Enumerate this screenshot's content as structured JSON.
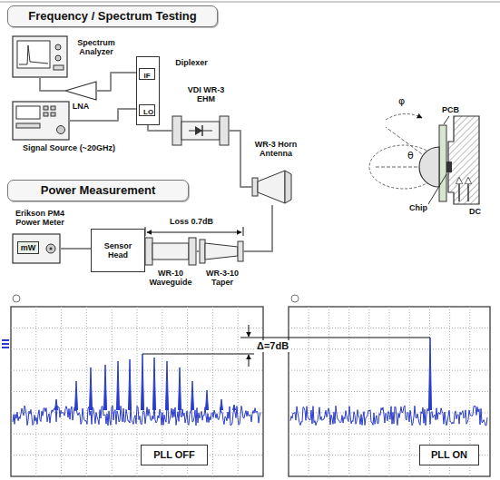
{
  "diagram": {
    "nodes": [
      {
        "text": [
          "Frequency / Spectrum Testing"
        ]
      },
      {
        "text": [
          "Power Measurement"
        ]
      },
      {
        "text": [
          "Spectrum Analyzer"
        ]
      },
      {
        "text": [
          "LNA"
        ]
      },
      {
        "text": [
          "Diplexer",
          "IF",
          "LO"
        ]
      },
      {
        "text": [
          "Signal Source (~20GHz)"
        ]
      },
      {
        "text": [
          "VDI WR-3 EHM"
        ]
      },
      {
        "text": [
          "WR-3 Horn Antenna"
        ]
      },
      {
        "text": [
          "Erikson PM4 Power Meter",
          "mW"
        ]
      },
      {
        "text": [
          "Sensor Head"
        ]
      },
      {
        "text": [
          "WR-10 Waveguide"
        ]
      },
      {
        "text": [
          "WR-3-10 Taper"
        ]
      },
      {
        "text": [
          "PLL OFF"
        ]
      },
      {
        "text": [
          "PLL ON"
        ]
      }
    ],
    "edges": [
      {
        "from": 2,
        "to": 3,
        "arrow": "none"
      },
      {
        "from": 3,
        "to": 4,
        "arrow": "none"
      },
      {
        "from": 5,
        "to": 4,
        "arrow": "none"
      },
      {
        "from": 4,
        "to": 6,
        "arrow": "none"
      },
      {
        "from": 6,
        "to": 7,
        "arrow": "none"
      },
      {
        "from": 8,
        "to": 9,
        "arrow": "none"
      },
      {
        "from": 9,
        "to": 10,
        "arrow": "none"
      },
      {
        "from": 10,
        "to": 11,
        "arrow": "none"
      },
      {
        "from": 11,
        "to": 7,
        "arrow": "none"
      }
    ],
    "labels": [
      "Loss 0.7dB",
      "PCB",
      "Chip",
      "DC",
      "φ",
      "θ",
      "Δ=7dB"
    ]
  }
}
